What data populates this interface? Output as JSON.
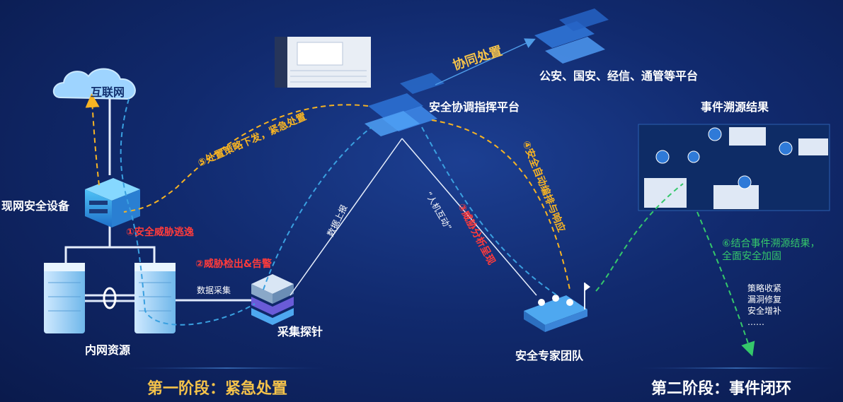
{
  "nodes": {
    "internet": "互联网",
    "network_device": "现网安全设备",
    "internal_resources": "内网资源",
    "probe": "采集探针",
    "command_platform": "安全协调指挥平台",
    "expert_team": "安全专家团队",
    "agencies": "公安、国安、经信、通管等平台",
    "trace_results": "事件溯源结果"
  },
  "steps": {
    "s1": "①安全威胁逃逸",
    "s2": "②威胁检出&告警",
    "s3": "③威胁分析呈现",
    "s4": "④安全自动编排与响应",
    "s5": "⑤处置策略下发，紧急处置",
    "s6_line1": "⑥结合事件溯源结果，",
    "s6_line2": "全面安全加固"
  },
  "edges": {
    "data_collect": "数据采集",
    "data_report": "数据上报",
    "human_machine": "“人机互动”",
    "collab": "协同处置"
  },
  "actions": [
    "策略收紧",
    "漏洞修复",
    "安全增补",
    "……"
  ],
  "stages": {
    "stage1": "第一阶段：紧急处置",
    "stage2": "第二阶段：事件闭环"
  },
  "colors": {
    "background": "#112a6e",
    "red_step": "#ff3b3b",
    "orange_step": "#f7b423",
    "green_step": "#35c86b",
    "dashed_blue": "#3aa0e0",
    "stage_gold": "#f5c34a"
  }
}
